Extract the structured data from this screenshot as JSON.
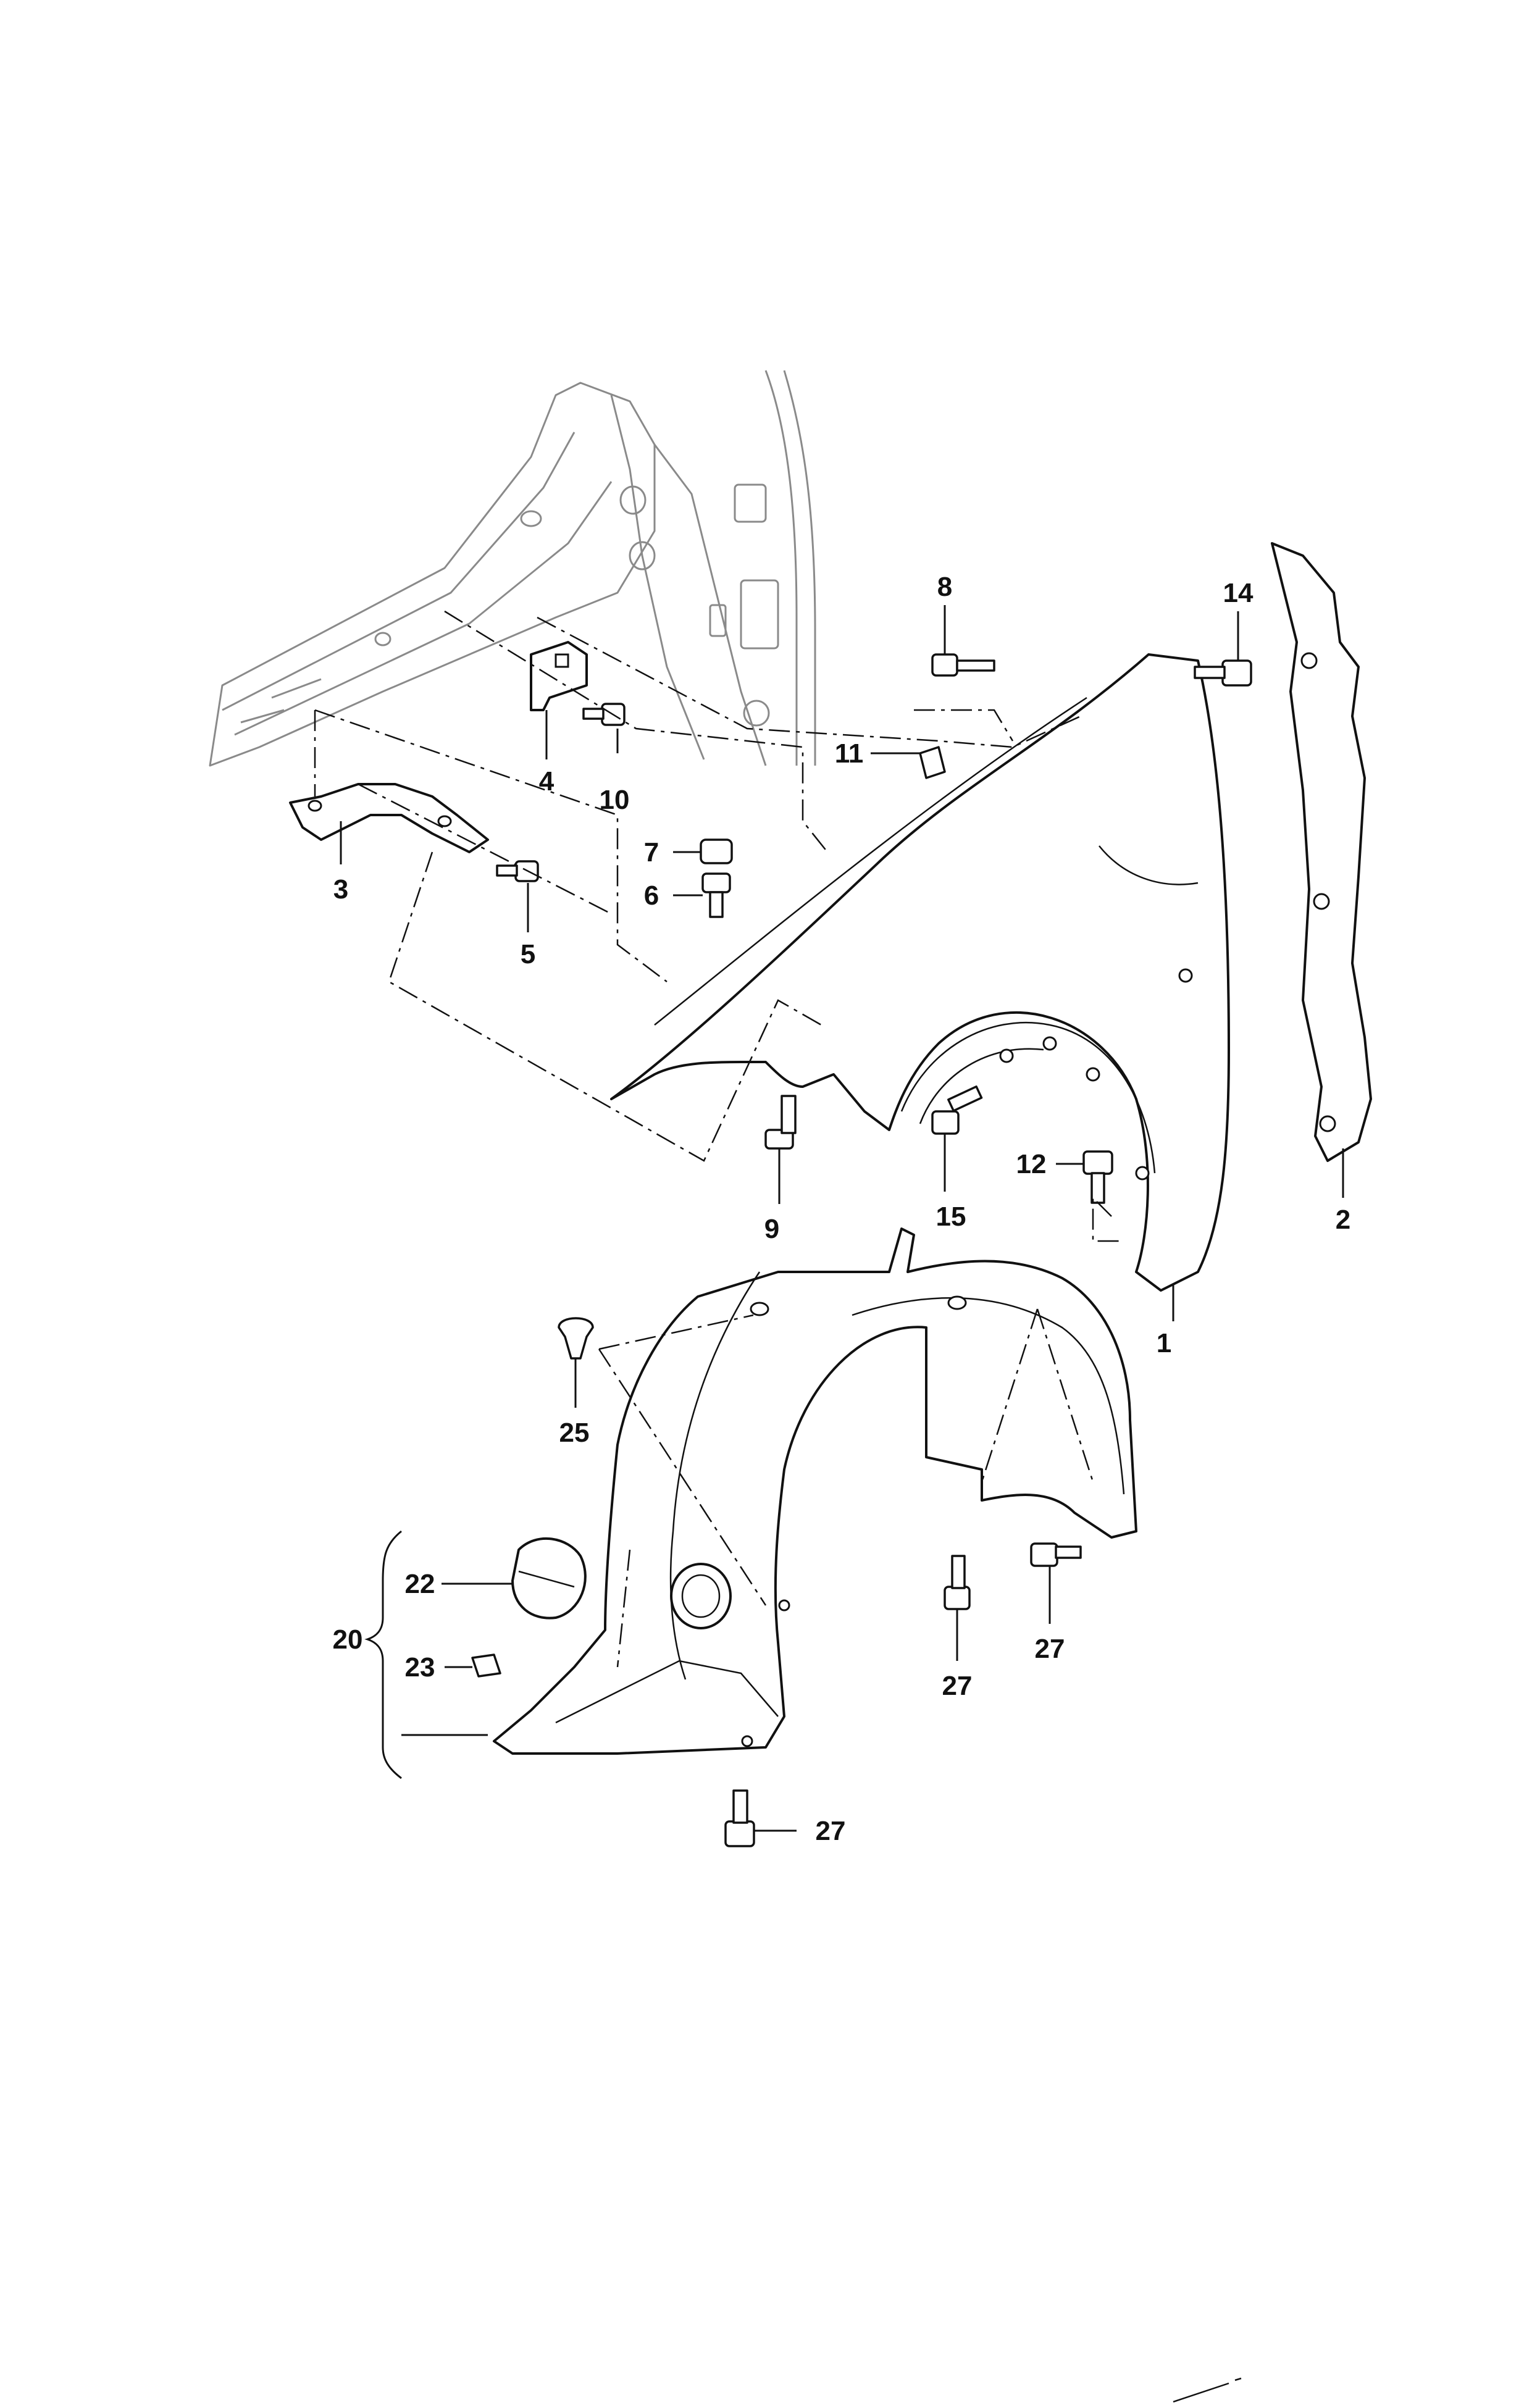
{
  "callouts": {
    "c1": "1",
    "c2": "2",
    "c3": "3",
    "c4": "4",
    "c5": "5",
    "c6": "6",
    "c7": "7",
    "c8": "8",
    "c9": "9",
    "c10": "10",
    "c11": "11",
    "c12": "12",
    "c14": "14",
    "c15": "15",
    "c20": "20",
    "c22": "22",
    "c23": "23",
    "c25": "25",
    "c27a": "27",
    "c27b": "27",
    "c27c": "27"
  }
}
